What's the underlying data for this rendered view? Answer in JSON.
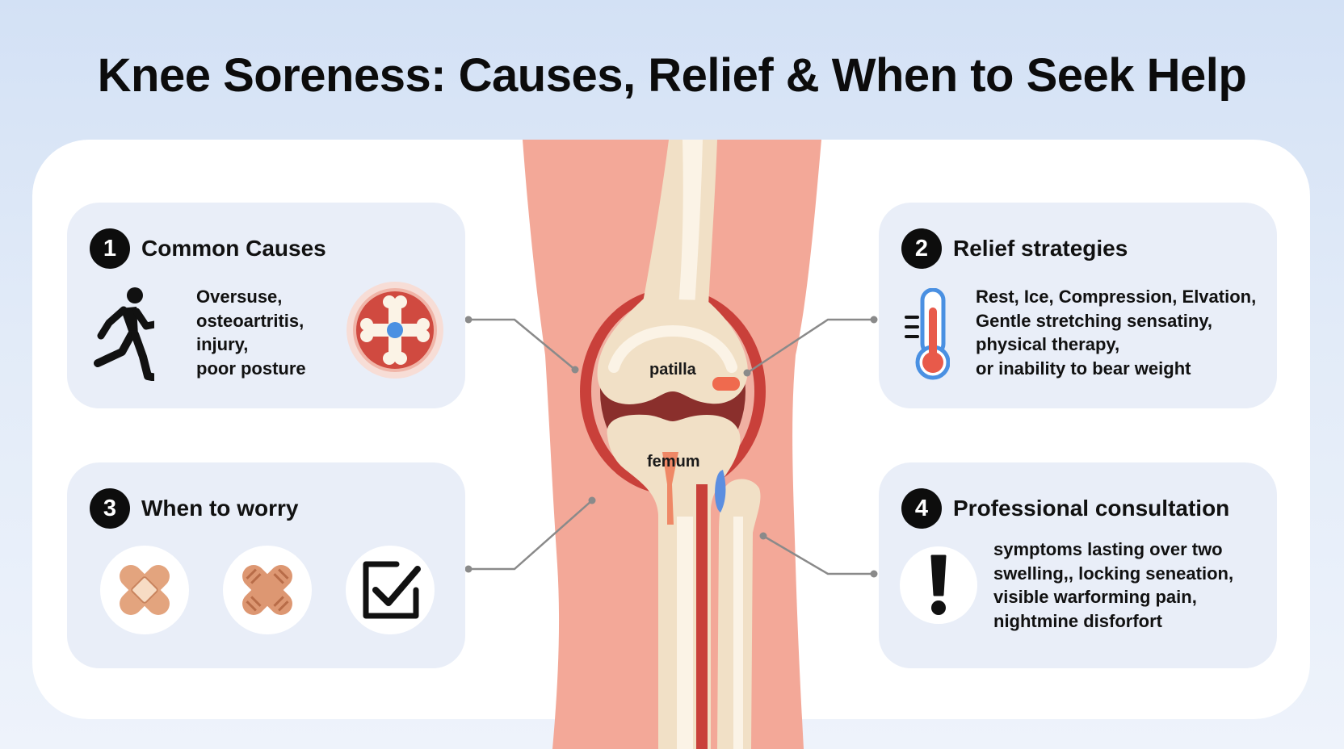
{
  "title": "Knee Soreness: Causes, Relief & When to Seek Help",
  "colors": {
    "background": "#d3e1f5",
    "card": "#e9eef8",
    "skin": "#f3a898",
    "bone": "#f1e0c6",
    "joint_red": "#c9403a",
    "cartilage_blue": "#5b8ee0",
    "badge": "#0d0d0d"
  },
  "cards": [
    {
      "number": "1",
      "title": "Common Causes",
      "lines": [
        "Oversuse,",
        "osteoartritis,",
        "injury,",
        "poor posture"
      ],
      "icons": [
        "running-person-icon",
        "joint-bone-cross-icon"
      ]
    },
    {
      "number": "2",
      "title": "Relief strategies",
      "lines": [
        "Rest, Ice, Compression, Elvation,",
        "Gentle stretching sensatiny,",
        "physical therapy,",
        "or inability to bear weight"
      ],
      "icons": [
        "thermometer-icon"
      ]
    },
    {
      "number": "3",
      "title": "When to worry",
      "lines": [],
      "icons": [
        "bandage-icon",
        "bandage-icon",
        "checkbox-checked-icon"
      ]
    },
    {
      "number": "4",
      "title": "Professional consultation",
      "lines": [
        "symptoms lasting over two",
        "swelling,, locking seneation,",
        "visible warforming pain,",
        "nightmine disforfort"
      ],
      "icons": [
        "exclamation-icon"
      ]
    }
  ],
  "anatomy_labels": {
    "upper": "patilla",
    "lower": "femum"
  }
}
